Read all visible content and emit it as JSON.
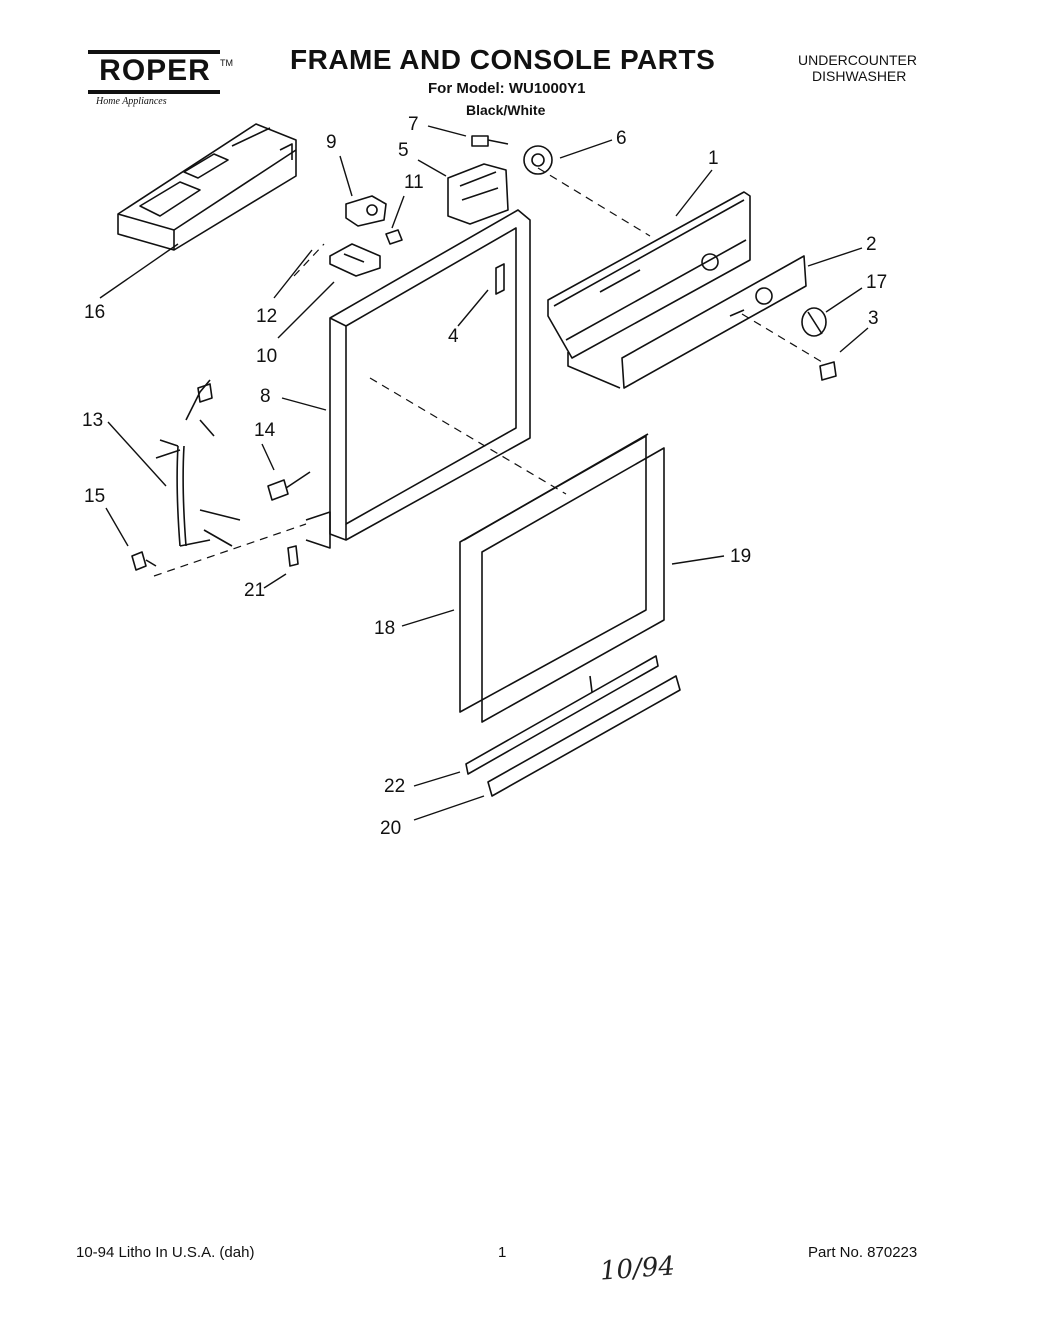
{
  "header": {
    "brand": "ROPER",
    "brand_tm": "TM",
    "brand_sub": "Home Appliances",
    "title": "FRAME AND CONSOLE PARTS",
    "model_line": "For Model: WU1000Y1",
    "color_line": "Black/White",
    "type_line1": "UNDERCOUNTER",
    "type_line2": "DISHWASHER"
  },
  "callouts": [
    "1",
    "2",
    "3",
    "4",
    "5",
    "6",
    "7",
    "8",
    "9",
    "10",
    "11",
    "12",
    "13",
    "14",
    "15",
    "16",
    "17",
    "18",
    "19",
    "20",
    "21",
    "22"
  ],
  "footer": {
    "left": "10-94 Litho In U.S.A. (dah)",
    "center": "1",
    "right": "Part No. 870223",
    "handwritten": "10/94"
  }
}
